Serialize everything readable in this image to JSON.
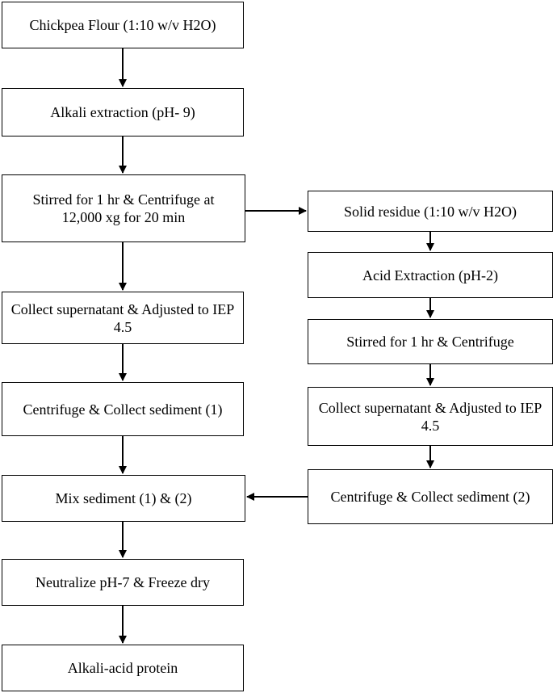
{
  "diagram": {
    "steps": {
      "chickpea_flour": "Chickpea Flour (1:10 w/v H2O)",
      "alkali_extraction": "Alkali extraction (pH- 9)",
      "stirred_centrifuge": "Stirred for 1 hr & Centrifuge at 12,000 xg for 20 min",
      "collect_supernatant_left": "Collect supernatant & Adjusted to IEP 4.5",
      "centrifuge_collect_1": "Centrifuge & Collect sediment (1)",
      "mix_sediment": "Mix sediment (1) & (2)",
      "neutralize_freeze": "Neutralize pH-7 & Freeze dry",
      "alkali_acid_protein": "Alkali-acid protein",
      "solid_residue": "Solid residue (1:10 w/v H2O)",
      "acid_extraction": "Acid Extraction (pH-2)",
      "stirred_centrifuge_right": "Stirred for 1 hr & Centrifuge",
      "collect_supernatant_right": "Collect supernatant & Adjusted to IEP 4.5",
      "centrifuge_collect_2": "Centrifuge & Collect sediment (2)"
    },
    "colors": {
      "line": "#000000",
      "box_fill": "#ffffff"
    }
  }
}
